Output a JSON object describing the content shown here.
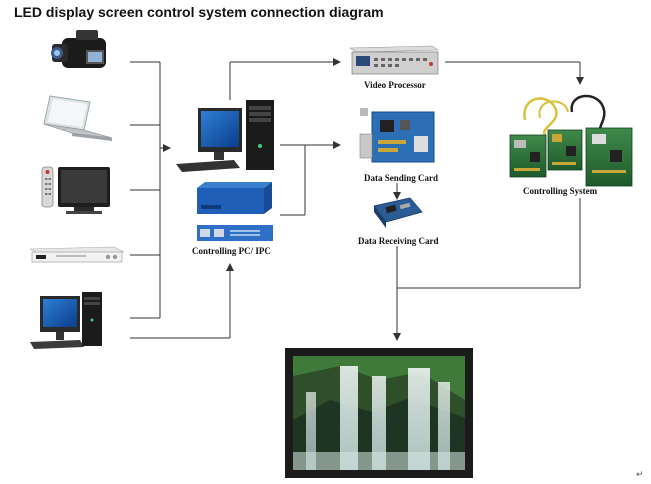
{
  "title": "LED display screen control system connection diagram",
  "labels": {
    "video_processor": "Video Processor",
    "data_sending_card": "Data Sending Card",
    "data_receiving_card": "Data Receiving Card",
    "controlling_system": "Controlling System",
    "controlling_pc": "Controlling PC/ IPC"
  },
  "return_mark": "↵",
  "inputs": [
    "camcorder",
    "laptop",
    "television",
    "dvd-player",
    "desktop-pc"
  ]
}
